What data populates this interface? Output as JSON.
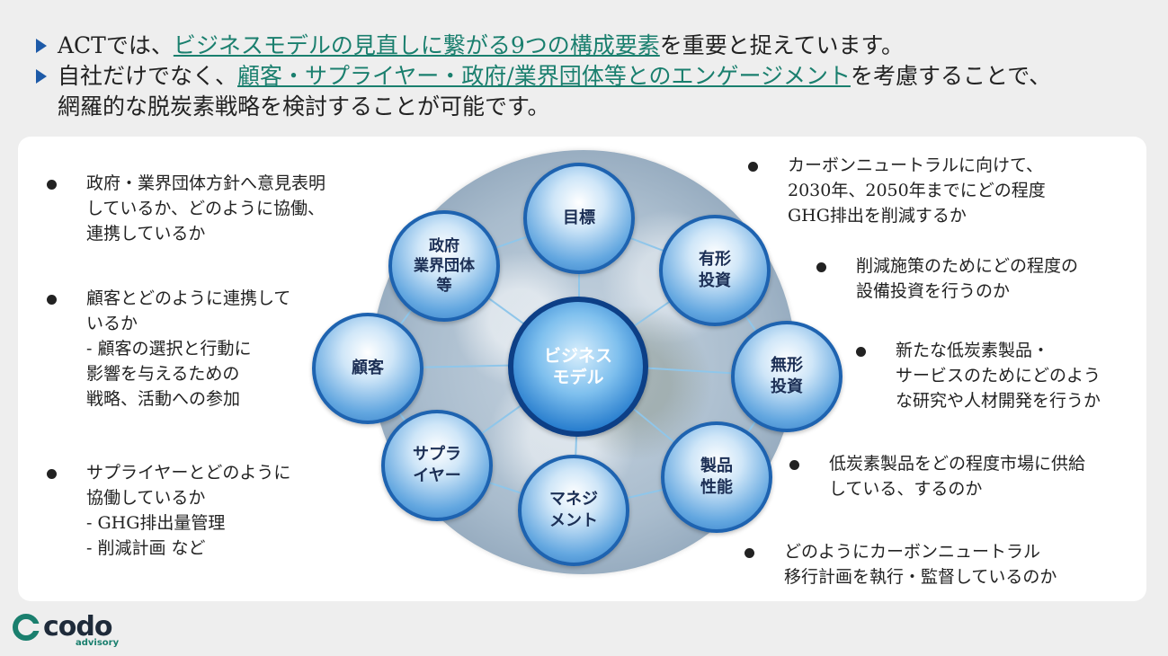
{
  "header": {
    "line1": {
      "pre": "ACTでは、",
      "highlight": "ビジネスモデルの見直しに繋がる9つの構成要素",
      "post": "を重要と捉えています。"
    },
    "line2": {
      "pre": "自社だけでなく、",
      "highlight": "顧客・サプライヤー・政府/業界団体等とのエンゲージメント",
      "post": "を考慮することで、"
    },
    "line3": "網羅的な脱炭素戦略を検討することが可能です。"
  },
  "diagram": {
    "center": "ビジネス\nモデル",
    "nodes": [
      {
        "id": "mokuhyo",
        "label": "目標"
      },
      {
        "id": "yukei",
        "label": "有形\n投資"
      },
      {
        "id": "mukei",
        "label": "無形\n投資"
      },
      {
        "id": "seihin",
        "label": "製品\n性能"
      },
      {
        "id": "management",
        "label": "マネジ\nメント"
      },
      {
        "id": "supplier",
        "label": "サプラ\nイヤー"
      },
      {
        "id": "kokyaku",
        "label": "顧客"
      },
      {
        "id": "seifu",
        "label": "政府\n業界団体\n等"
      }
    ]
  },
  "notes_left": [
    {
      "id": "seifu",
      "text": "政府・業界団体方針へ意見表明\nしているか、どのように協働、\n連携しているか"
    },
    {
      "id": "kokyaku",
      "text": "顧客とどのように連携して\nいるか\n  -  顧客の選択と行動に\n  影響を与えるための\n  戦略、活動への参加"
    },
    {
      "id": "supplier",
      "text": "サプライヤーとどのように\n協働しているか\n- GHG排出量管理\n- 削減計画              など"
    }
  ],
  "notes_right": [
    {
      "id": "mokuhyo",
      "text": "カーボンニュートラルに向けて、\n2030年、2050年までにどの程度\nGHG排出を削減するか"
    },
    {
      "id": "yukei",
      "text": "削減施策のためにどの程度の\n設備投資を行うのか"
    },
    {
      "id": "mukei",
      "text": "新たな低炭素製品・\nサービスのためにどのよう\nな研究や人材開発を行うか"
    },
    {
      "id": "seihin",
      "text": "低炭素製品をどの程度市場に供給\nしている、するのか"
    },
    {
      "id": "management",
      "text": "どのようにカーボンニュートラル\n移行計画を執行・監督しているのか"
    }
  ],
  "logo": {
    "brand": "codo",
    "sub": "advisory"
  },
  "colors": {
    "accent": "#1a7f6e",
    "bullet": "#1d5aa8",
    "node_border": "#1e63b0"
  }
}
